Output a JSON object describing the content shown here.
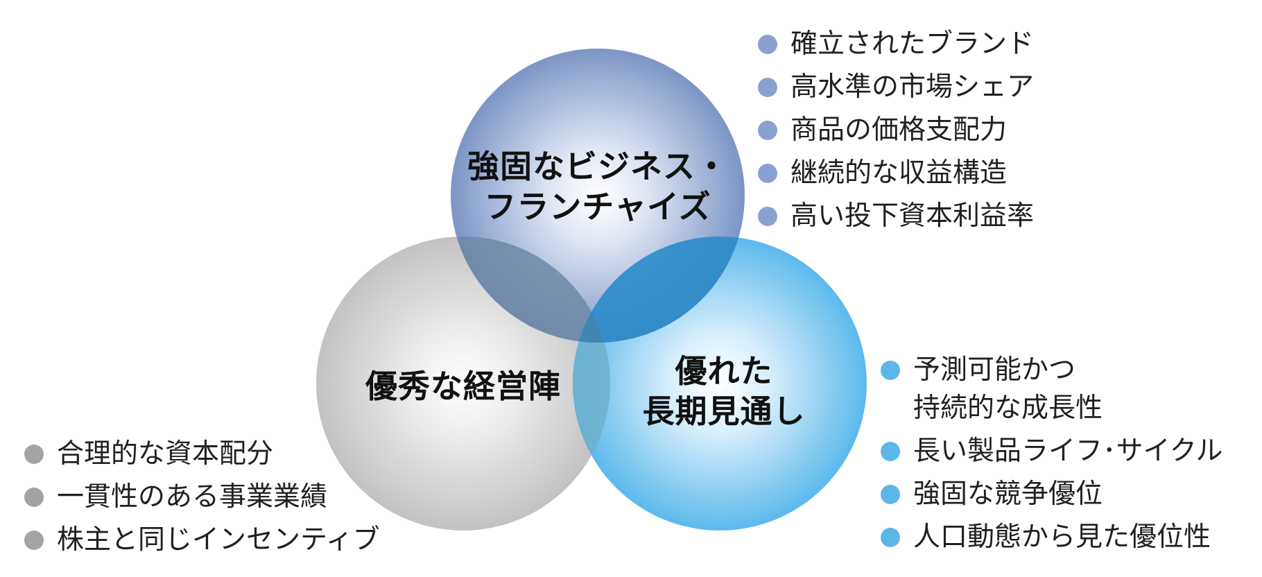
{
  "colors": {
    "blue_dark": "#7e96c8",
    "blue_light": "#5cb6e8",
    "gray": "#9d9d9d",
    "text": "#231f20"
  },
  "circles": {
    "top": {
      "label_lines": [
        "強固なビジネス・",
        "フランチャイズ"
      ]
    },
    "left": {
      "label_lines": [
        "優秀な経営陣"
      ]
    },
    "right": {
      "label_lines": [
        "優れた",
        "長期見通し"
      ]
    }
  },
  "lists": {
    "top": {
      "bullet_color": "#8aa1cf",
      "items": [
        [
          "確立されたブランド"
        ],
        [
          "高水準の市場シェア"
        ],
        [
          "商品の価格支配力"
        ],
        [
          "継続的な収益構造"
        ],
        [
          "高い投下資本利益率"
        ]
      ]
    },
    "left": {
      "bullet_color": "#a3a3a3",
      "items": [
        [
          "合理的な資本配分"
        ],
        [
          "一貫性のある事業業績"
        ],
        [
          "株主と同じインセンティブ"
        ]
      ]
    },
    "right": {
      "bullet_color": "#5cb6e8",
      "items": [
        [
          "予測可能かつ",
          "持続的な成長性"
        ],
        [
          "長い製品ライフ･サイクル"
        ],
        [
          "強固な競争優位"
        ],
        [
          "人口動態から見た優位性"
        ]
      ]
    }
  }
}
